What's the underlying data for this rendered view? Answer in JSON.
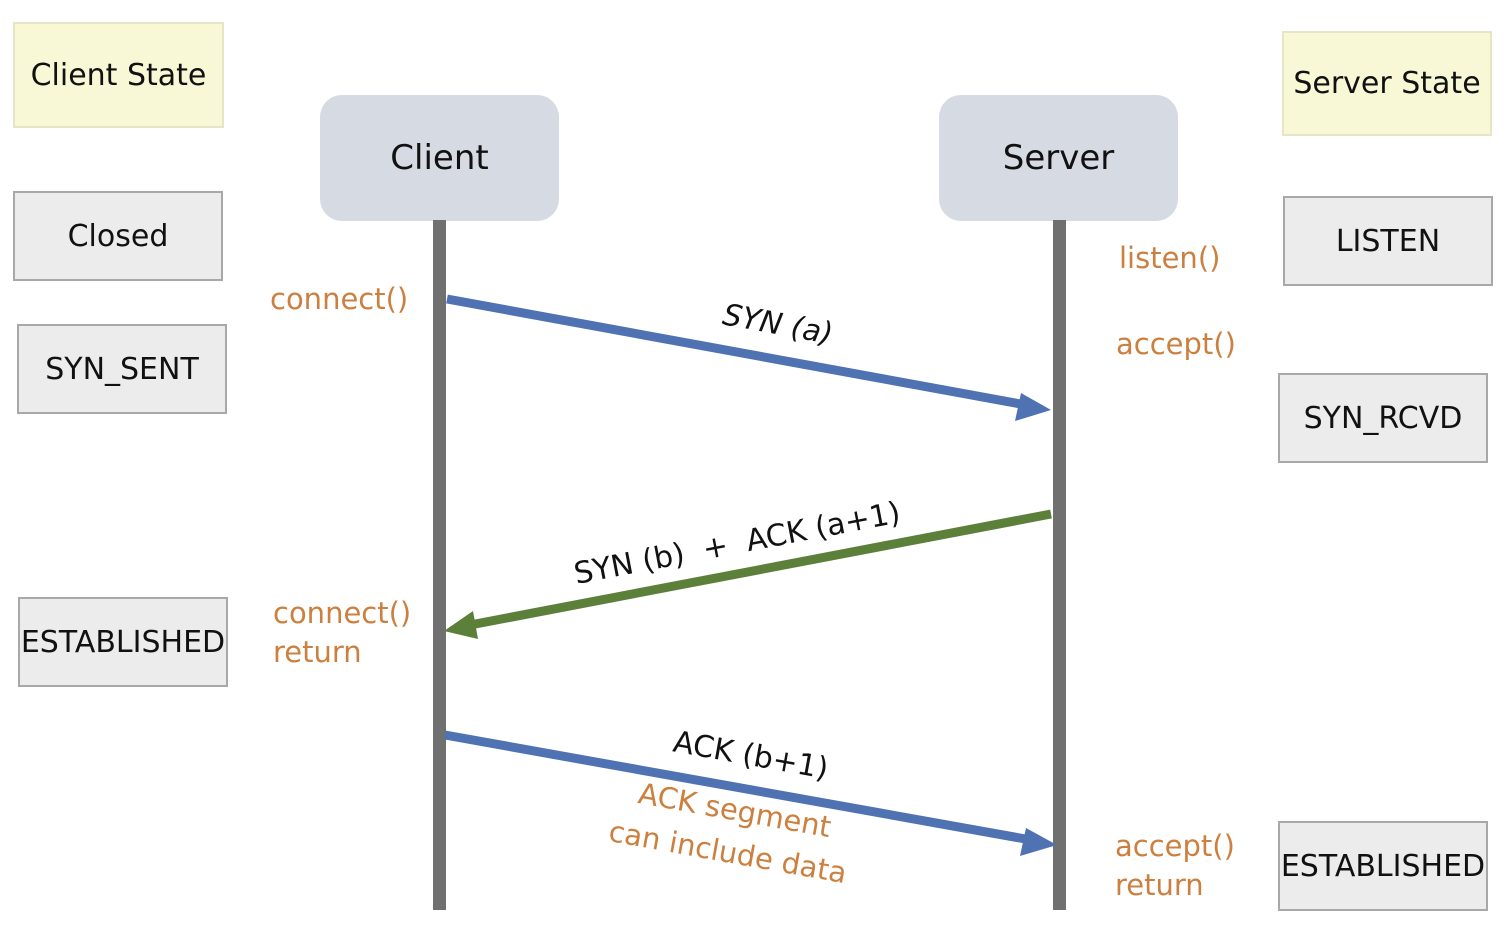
{
  "headers": {
    "client_state": "Client State",
    "server_state": "Server State"
  },
  "actors": {
    "client": "Client",
    "server": "Server"
  },
  "client_states": {
    "closed": "Closed",
    "syn_sent": "SYN_SENT",
    "established": "ESTABLISHED"
  },
  "server_states": {
    "listen": "LISTEN",
    "syn_rcvd": "SYN_RCVD",
    "established": "ESTABLISHED"
  },
  "calls": {
    "connect": "connect()",
    "connect_return_1": "connect()",
    "connect_return_2": "return",
    "listen": "listen()",
    "accept": "accept()",
    "accept_return_1": "accept()",
    "accept_return_2": "return"
  },
  "messages": {
    "syn": "SYN (a)",
    "synack": "SYN (b)  +  ACK (a+1)",
    "ack": "ACK (b+1)",
    "ack_note_1": "ACK segment",
    "ack_note_2": "can include data"
  },
  "colors": {
    "syn_arrow": "#4f72b3",
    "synack_arrow": "#5c7f3a",
    "ack_arrow": "#4f72b3",
    "call_text": "#cc8040"
  }
}
